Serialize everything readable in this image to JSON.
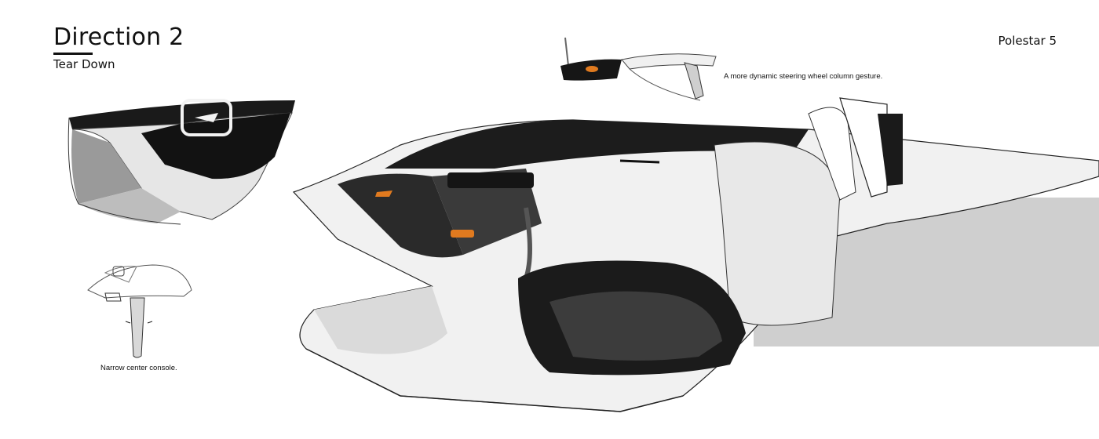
{
  "header": {
    "title": "Direction 2",
    "subtitle": "Tear Down",
    "model": "Polestar 5"
  },
  "annotations": {
    "steering": "A more dynamic steering wheel  column gesture.",
    "console": "Narrow center console."
  },
  "colors": {
    "accent_orange": "#e07a1f",
    "panel_grey": "#cfcfcf",
    "dark": "#141414"
  }
}
